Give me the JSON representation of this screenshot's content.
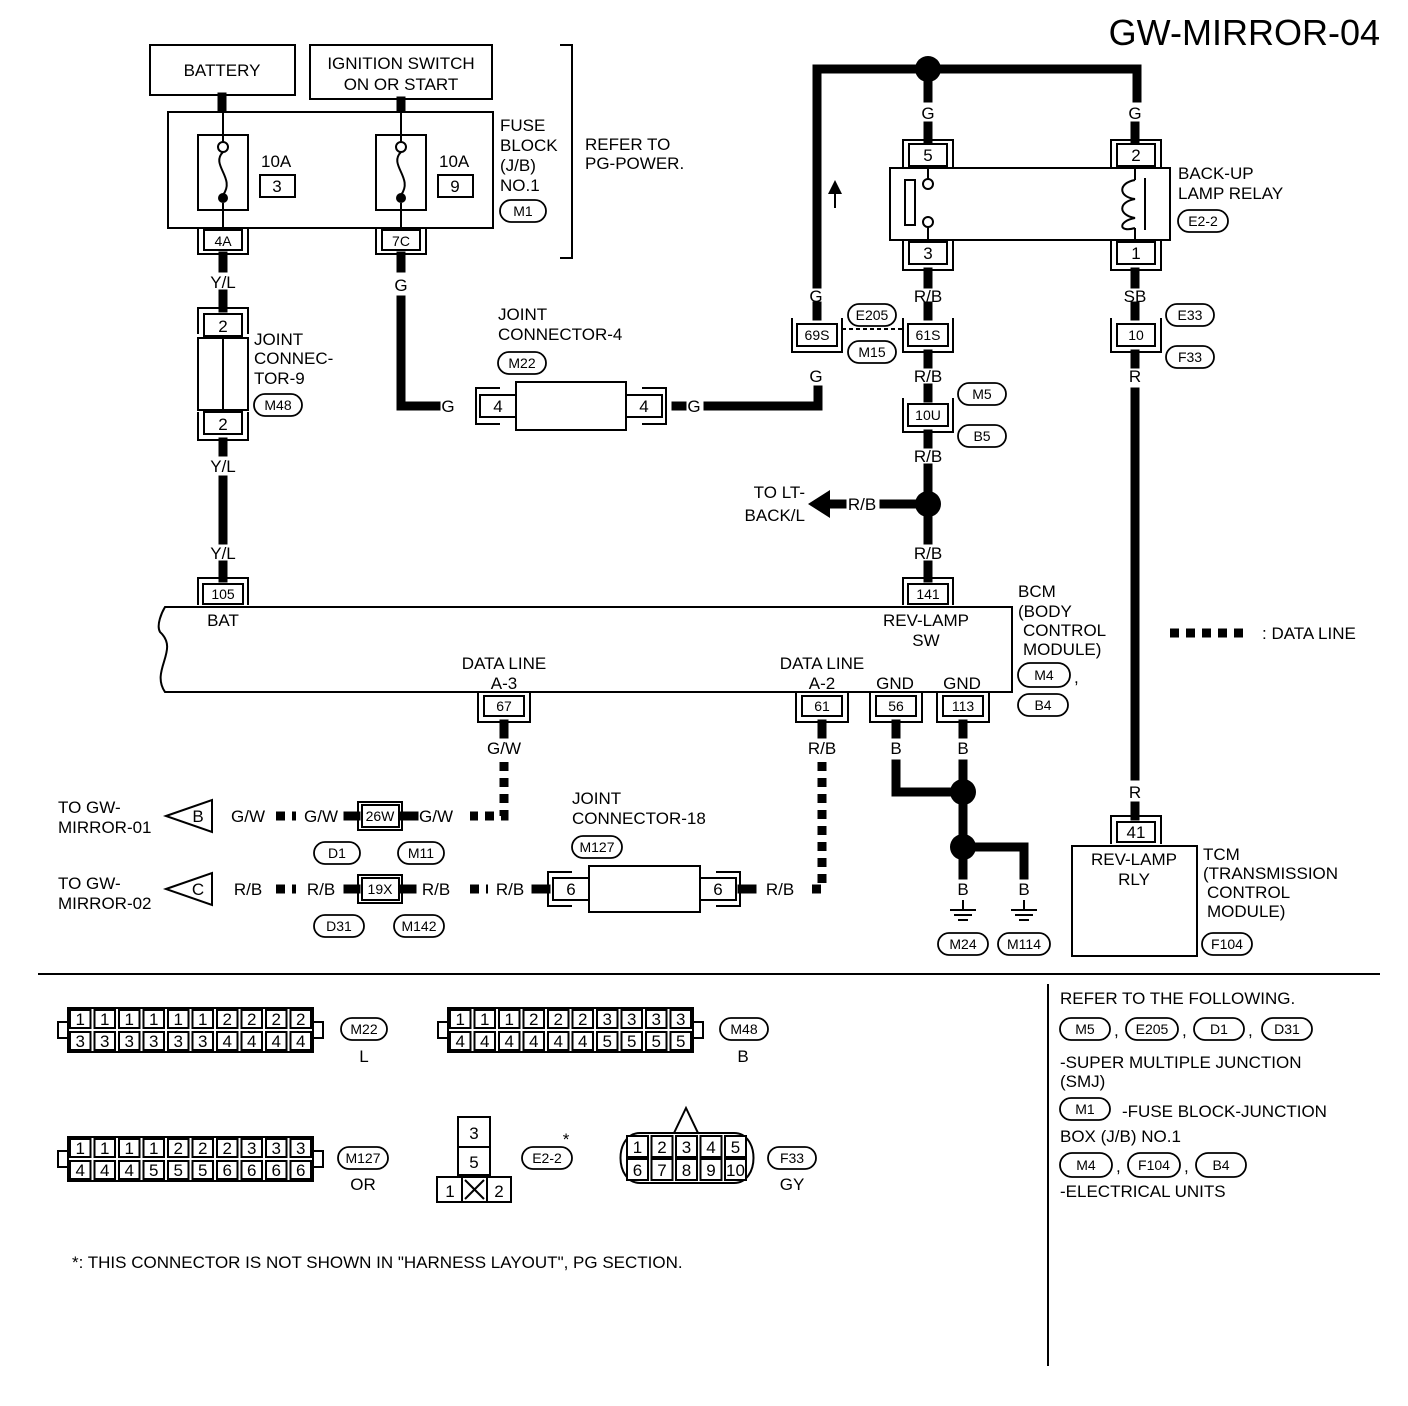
{
  "title": "GW-MIRROR-04",
  "labels": {
    "battery": "BATTERY",
    "ign1": "IGNITION SWITCH",
    "ign2": "ON OR START",
    "fuse_amp1": "10A",
    "fuse_num1": "3",
    "fuse_amp2": "10A",
    "fuse_num2": "9",
    "fb1": "FUSE",
    "fb2": "BLOCK",
    "fb3": "(J/B)",
    "fb4": "NO.1",
    "fb_conn": "M1",
    "refer1": "REFER TO",
    "refer2": "PG-POWER.",
    "pin_4a": "4A",
    "pin_7c": "7C",
    "yl": "Y/L",
    "g": "G",
    "rb": "R/B",
    "b": "B",
    "r": "R",
    "sb": "SB",
    "gw": "G/W",
    "jc9_1": "JOINT",
    "jc9_2": "CONNEC-",
    "jc9_3": "TOR-9",
    "jc9_conn": "M48",
    "jc9_pin_top": "2",
    "jc9_pin_bot": "2",
    "jc4_1": "JOINT",
    "jc4_2": "CONNECTOR-4",
    "jc4_conn": "M22",
    "jc4_pin_l": "4",
    "jc4_pin_r": "4",
    "relay_1": "BACK-UP",
    "relay_2": "LAMP RELAY",
    "relay_conn": "E2-2",
    "relay_p5": "5",
    "relay_p3": "3",
    "relay_p2": "2",
    "relay_p1": "1",
    "p69s": "69S",
    "p61s": "61S",
    "c_e205": "E205",
    "c_m15": "M15",
    "p10": "10",
    "c_e33": "E33",
    "c_f33": "F33",
    "p10u": "10U",
    "c_m5": "M5",
    "c_b5": "B5",
    "to_lt1": "TO LT-",
    "to_lt2": "BACK/L",
    "p105": "105",
    "bat": "BAT",
    "p141": "141",
    "rev1": "REV-LAMP",
    "rev2": "SW",
    "bcm1": "BCM",
    "bcm2": "(BODY",
    "bcm3": "CONTROL",
    "bcm4": "MODULE)",
    "c_m4": "M4",
    "c_b4": "B4",
    "dla3_1": "DATA LINE",
    "dla3_2": "A-3",
    "dla2_1": "DATA LINE",
    "dla2_2": "A-2",
    "gnd": "GND",
    "p67": "67",
    "p61": "61",
    "p56": "56",
    "p113": "113",
    "legend": ": DATA LINE",
    "to_gw01_1": "TO GW-",
    "to_gw01_2": "MIRROR-01",
    "to_gw02_1": "TO GW-",
    "to_gw02_2": "MIRROR-02",
    "arrow_b": "B",
    "arrow_c": "C",
    "p26w": "26W",
    "p19x": "19X",
    "c_d1": "D1",
    "c_m11": "M11",
    "c_d31": "D31",
    "c_m142": "M142",
    "jc18_1": "JOINT",
    "jc18_2": "CONNECTOR-18",
    "jc18_conn": "M127",
    "jc18_pin_l": "6",
    "jc18_pin_r": "6",
    "c_m24": "M24",
    "c_m114": "M114",
    "p41": "41",
    "tcm_rly1": "REV-LAMP",
    "tcm_rly2": "RLY",
    "tcm1": "TCM",
    "tcm2": "(TRANSMISSION",
    "tcm3": "CONTROL",
    "tcm4": "MODULE)",
    "c_f104": "F104",
    "m22_color": "L",
    "m48_color": "B",
    "m127_color": "OR",
    "f33_color": "GY",
    "star": "*",
    "footnote": "*: THIS CONNECTOR IS NOT SHOWN IN \"HARNESS LAYOUT\", PG SECTION.",
    "ref_title": "REFER TO THE FOLLOWING.",
    "ref_smj1": "-SUPER MULTIPLE JUNCTION",
    "ref_smj2": "(SMJ)",
    "ref_fb1": "-FUSE BLOCK-JUNCTION",
    "ref_fb2": "BOX (J/B) NO.1",
    "ref_eu": "-ELECTRICAL UNITS",
    "comma": ","
  },
  "faces": {
    "m22_top": [
      "1",
      "1",
      "1",
      "1",
      "1",
      "1",
      "2",
      "2",
      "2",
      "2"
    ],
    "m22_bot": [
      "3",
      "3",
      "3",
      "3",
      "3",
      "3",
      "4",
      "4",
      "4",
      "4"
    ],
    "m48_top": [
      "1",
      "1",
      "1",
      "2",
      "2",
      "2",
      "3",
      "3",
      "3",
      "3"
    ],
    "m48_bot": [
      "4",
      "4",
      "4",
      "4",
      "4",
      "4",
      "5",
      "5",
      "5",
      "5"
    ],
    "m127_top": [
      "1",
      "1",
      "1",
      "1",
      "2",
      "2",
      "2",
      "3",
      "3",
      "3"
    ],
    "m127_bot": [
      "4",
      "4",
      "4",
      "5",
      "5",
      "5",
      "6",
      "6",
      "6",
      "6"
    ],
    "f33_top": [
      "1",
      "2",
      "3",
      "4",
      "5"
    ],
    "f33_bot": [
      "6",
      "7",
      "8",
      "9",
      "10"
    ],
    "e22_top": "3",
    "e22_mid": "5",
    "e22_l": "1",
    "e22_r": "2"
  }
}
